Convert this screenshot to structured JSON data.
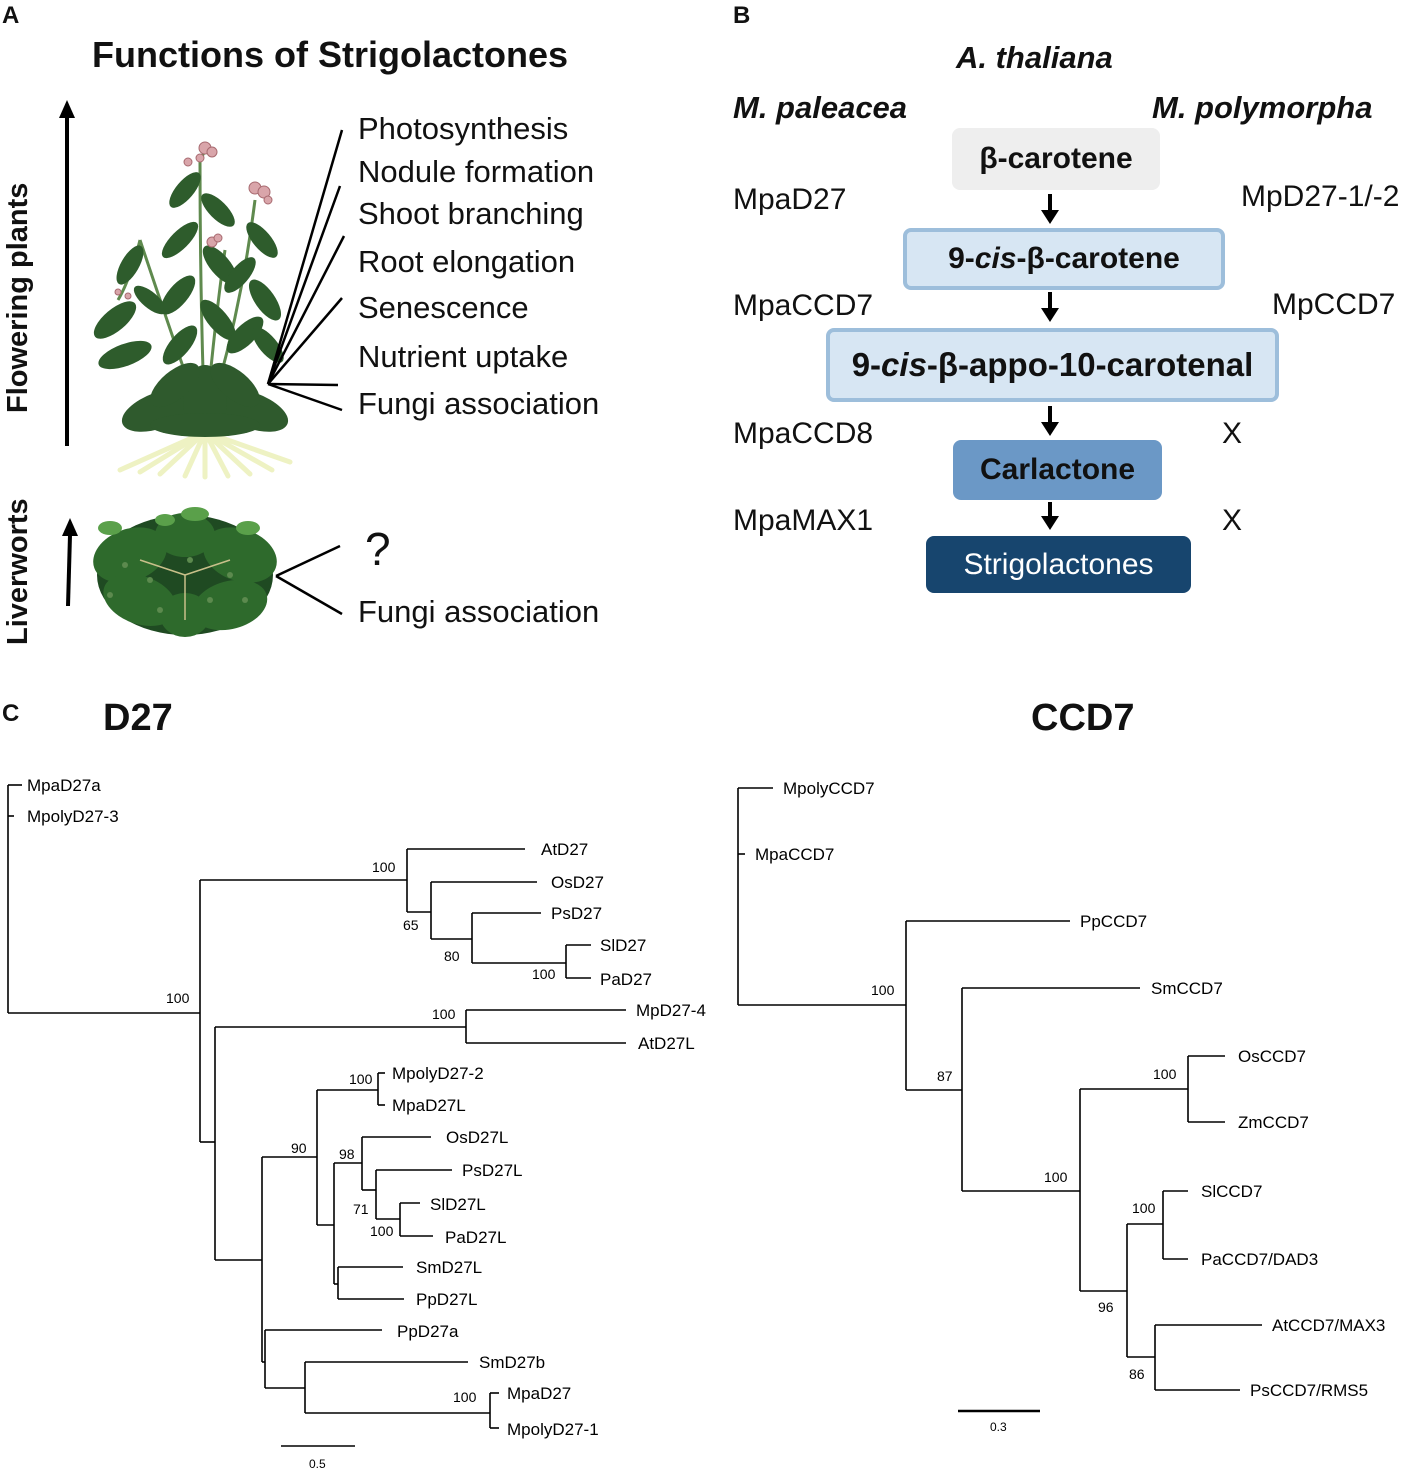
{
  "panel_a": {
    "letter": "A",
    "title": "Functions of Strigolactones",
    "flowering_label": "Flowering plants",
    "liverworts_label": "Liverworts",
    "functions": [
      "Photosynthesis",
      "Nodule formation",
      "Shoot branching",
      "Root elongation",
      "Senescence",
      "Nutrient uptake",
      "Fungi association"
    ],
    "liverwort_question": "?",
    "liverwort_function": "Fungi association"
  },
  "panel_b": {
    "letter": "B",
    "species_top": "A. thaliana",
    "species_left": "M. paleacea",
    "species_right": "M. polymorpha",
    "compounds": {
      "beta_carotene": "β-carotene",
      "cis_prefix": "9-",
      "cis_word": "cis",
      "cis_beta_carotene_suffix": "-β-carotene",
      "cis_apo_suffix": "-β-appo-10-carotenal",
      "carlactone": "Carlactone",
      "strigolactones": "Strigolactones"
    },
    "left_enzymes": [
      "MpaD27",
      "MpaCCD7",
      "MpaCCD8",
      "MpaMAX1"
    ],
    "right_enzymes": [
      "MpD27-1/-2",
      "MpCCD7",
      "X",
      "X"
    ],
    "colors": {
      "beta_carotene": "#eeeeee",
      "cis_boxes_fill": "#d7e6f3",
      "cis_boxes_border": "#9dbedb",
      "carlactone": "#6b98c6",
      "strigolactones": "#17456e"
    }
  },
  "panel_c": {
    "letter": "C",
    "d27_title": "D27",
    "ccd7_title": "CCD7",
    "d27_leaves": [
      "MpaD27a",
      "MpolyD27-3",
      "AtD27",
      "OsD27",
      "PsD27",
      "SlD27",
      "PaD27",
      "MpD27-4",
      "AtD27L",
      "MpolyD27-2",
      "MpaD27L",
      "OsD27L",
      "PsD27L",
      "SlD27L",
      "PaD27L",
      "SmD27L",
      "PpD27L",
      "PpD27a",
      "SmD27b",
      "MpaD27",
      "MpolyD27-1"
    ],
    "d27_bootstrap": [
      "100",
      "65",
      "80",
      "100",
      "100",
      "100",
      "100",
      "90",
      "98",
      "71",
      "100",
      "100"
    ],
    "d27_scale": "0.5",
    "ccd7_leaves": [
      "MpolyCCD7",
      "MpaCCD7",
      "PpCCD7",
      "SmCCD7",
      "OsCCD7",
      "ZmCCD7",
      "SlCCD7",
      "PaCCD7/DAD3",
      "AtCCD7/MAX3",
      "PsCCD7/RMS5"
    ],
    "ccd7_bootstrap": [
      "100",
      "87",
      "100",
      "100",
      "100",
      "96",
      "86"
    ],
    "ccd7_scale": "0.3"
  }
}
